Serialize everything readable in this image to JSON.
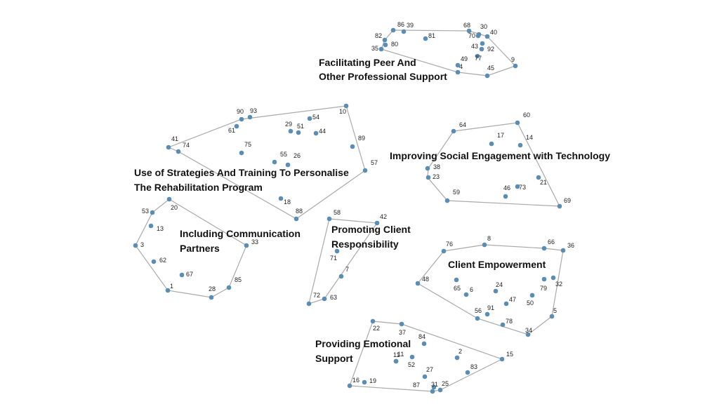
{
  "clusters": [
    {
      "id": "peer",
      "title": [
        "Facilitating Peer And",
        "Other Professional Support"
      ],
      "points": [
        "86",
        "39",
        "68",
        "30",
        "40",
        "82",
        "80",
        "81",
        "70",
        "35",
        "43",
        "92",
        "77",
        "49",
        "4",
        "45",
        "9"
      ]
    },
    {
      "id": "strategies",
      "title": [
        "Use of Strategies And Training To Personalise",
        "The Rehabilitation Program"
      ],
      "points": [
        "90",
        "93",
        "61",
        "54",
        "29",
        "51",
        "44",
        "10",
        "89",
        "41",
        "74",
        "75",
        "55",
        "26",
        "57",
        "18",
        "88"
      ]
    },
    {
      "id": "social",
      "title": [
        "Improving Social Engagement with Technology"
      ],
      "points": [
        "60",
        "64",
        "17",
        "14",
        "38",
        "23",
        "59",
        "46",
        "73",
        "21",
        "69"
      ]
    },
    {
      "id": "communication",
      "title": [
        "Including Communication",
        "Partners"
      ],
      "points": [
        "53",
        "20",
        "13",
        "3",
        "62",
        "67",
        "1",
        "28",
        "85",
        "33"
      ]
    },
    {
      "id": "responsibility",
      "title": [
        "Promoting Client",
        "Responsibility"
      ],
      "points": [
        "58",
        "42",
        "71",
        "7",
        "72",
        "63"
      ]
    },
    {
      "id": "empowerment",
      "title": [
        "Client Empowerment"
      ],
      "points": [
        "76",
        "8",
        "66",
        "36",
        "48",
        "65",
        "6",
        "24",
        "79",
        "32",
        "47",
        "50",
        "56",
        "91",
        "78",
        "5",
        "34"
      ]
    },
    {
      "id": "emotional",
      "title": [
        "Providing Emotional",
        "Support"
      ],
      "points": [
        "22",
        "37",
        "84",
        "2",
        "15",
        "11",
        "11",
        "52",
        "27",
        "83",
        "16",
        "19",
        "87",
        "31",
        "25"
      ]
    }
  ]
}
